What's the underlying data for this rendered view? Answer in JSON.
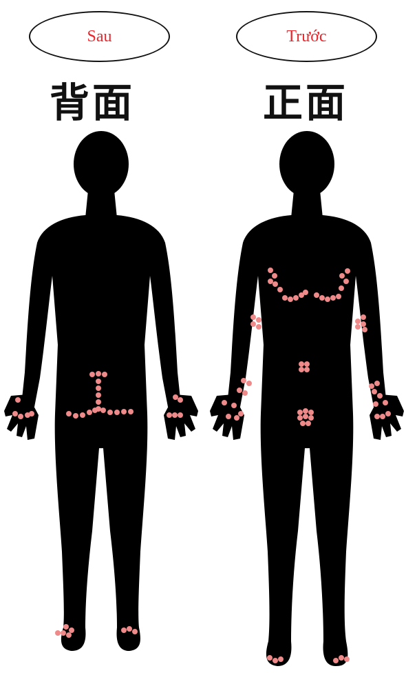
{
  "labels": {
    "back_view_label": "Sau",
    "front_view_label": "Trước",
    "back_view_heading": "背面",
    "front_view_heading": "正面"
  },
  "colors": {
    "label_text": "#e8262b",
    "body_silhouette": "#000000",
    "marker_dot": "#ef8a8a"
  }
}
